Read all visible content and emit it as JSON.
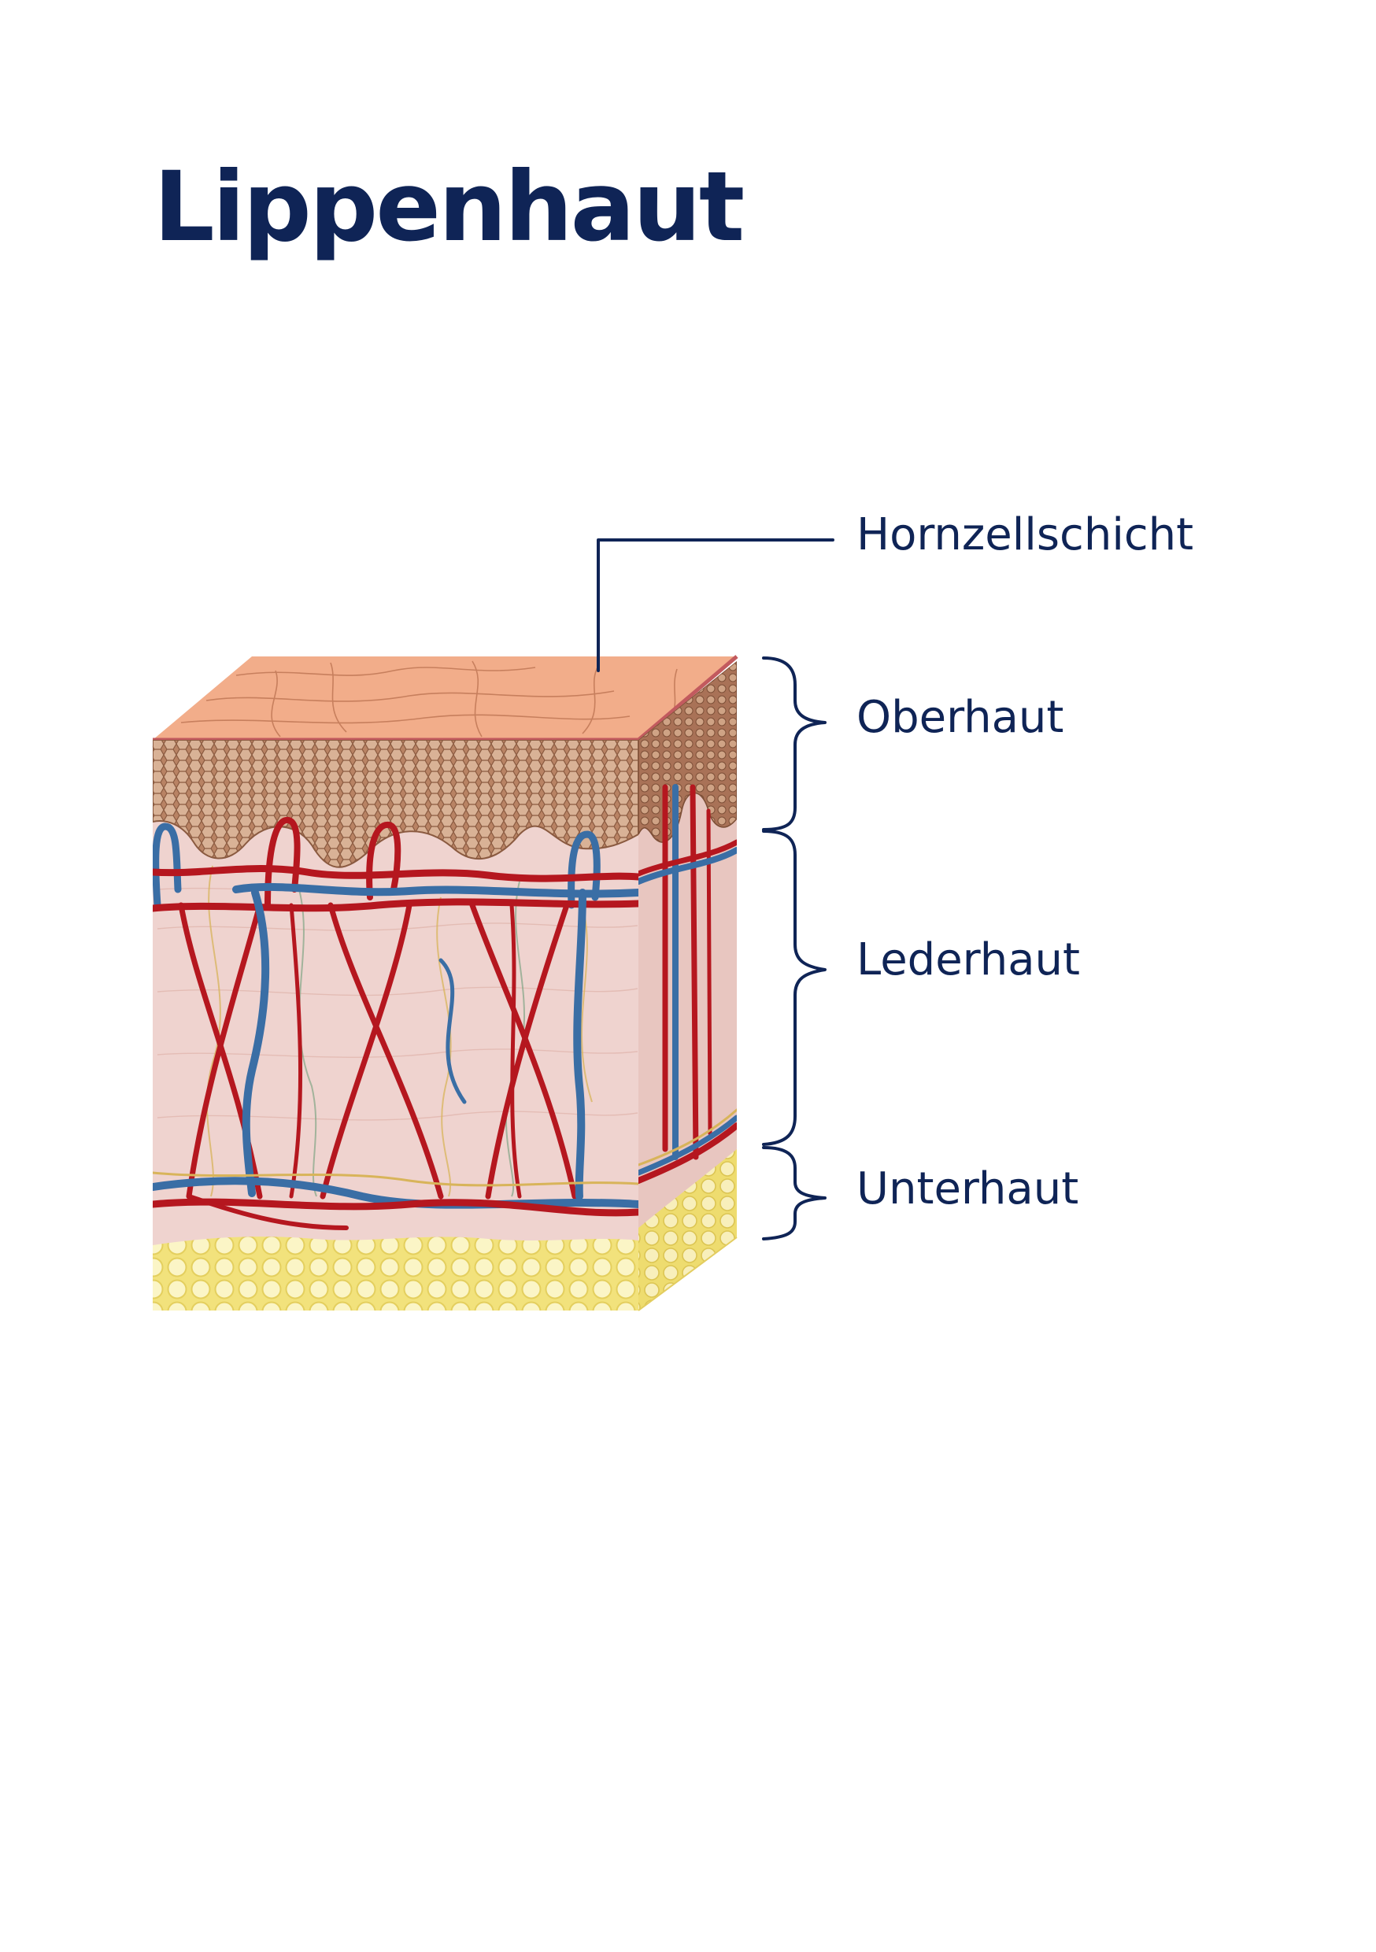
{
  "title": "Lippenhaut",
  "labels": {
    "hornzellschicht": "Hornzellschicht",
    "oberhaut": "Oberhaut",
    "lederhaut": "Lederhaut",
    "unterhaut": "Unterhaut"
  },
  "colors": {
    "text": "#0f2456",
    "surface": "#f2ad8a",
    "epidermis": "#b98364",
    "dermis": "#efd3cf",
    "fat": "#f2e27c",
    "artery": "#b5171f",
    "vein": "#3a6ea5"
  }
}
